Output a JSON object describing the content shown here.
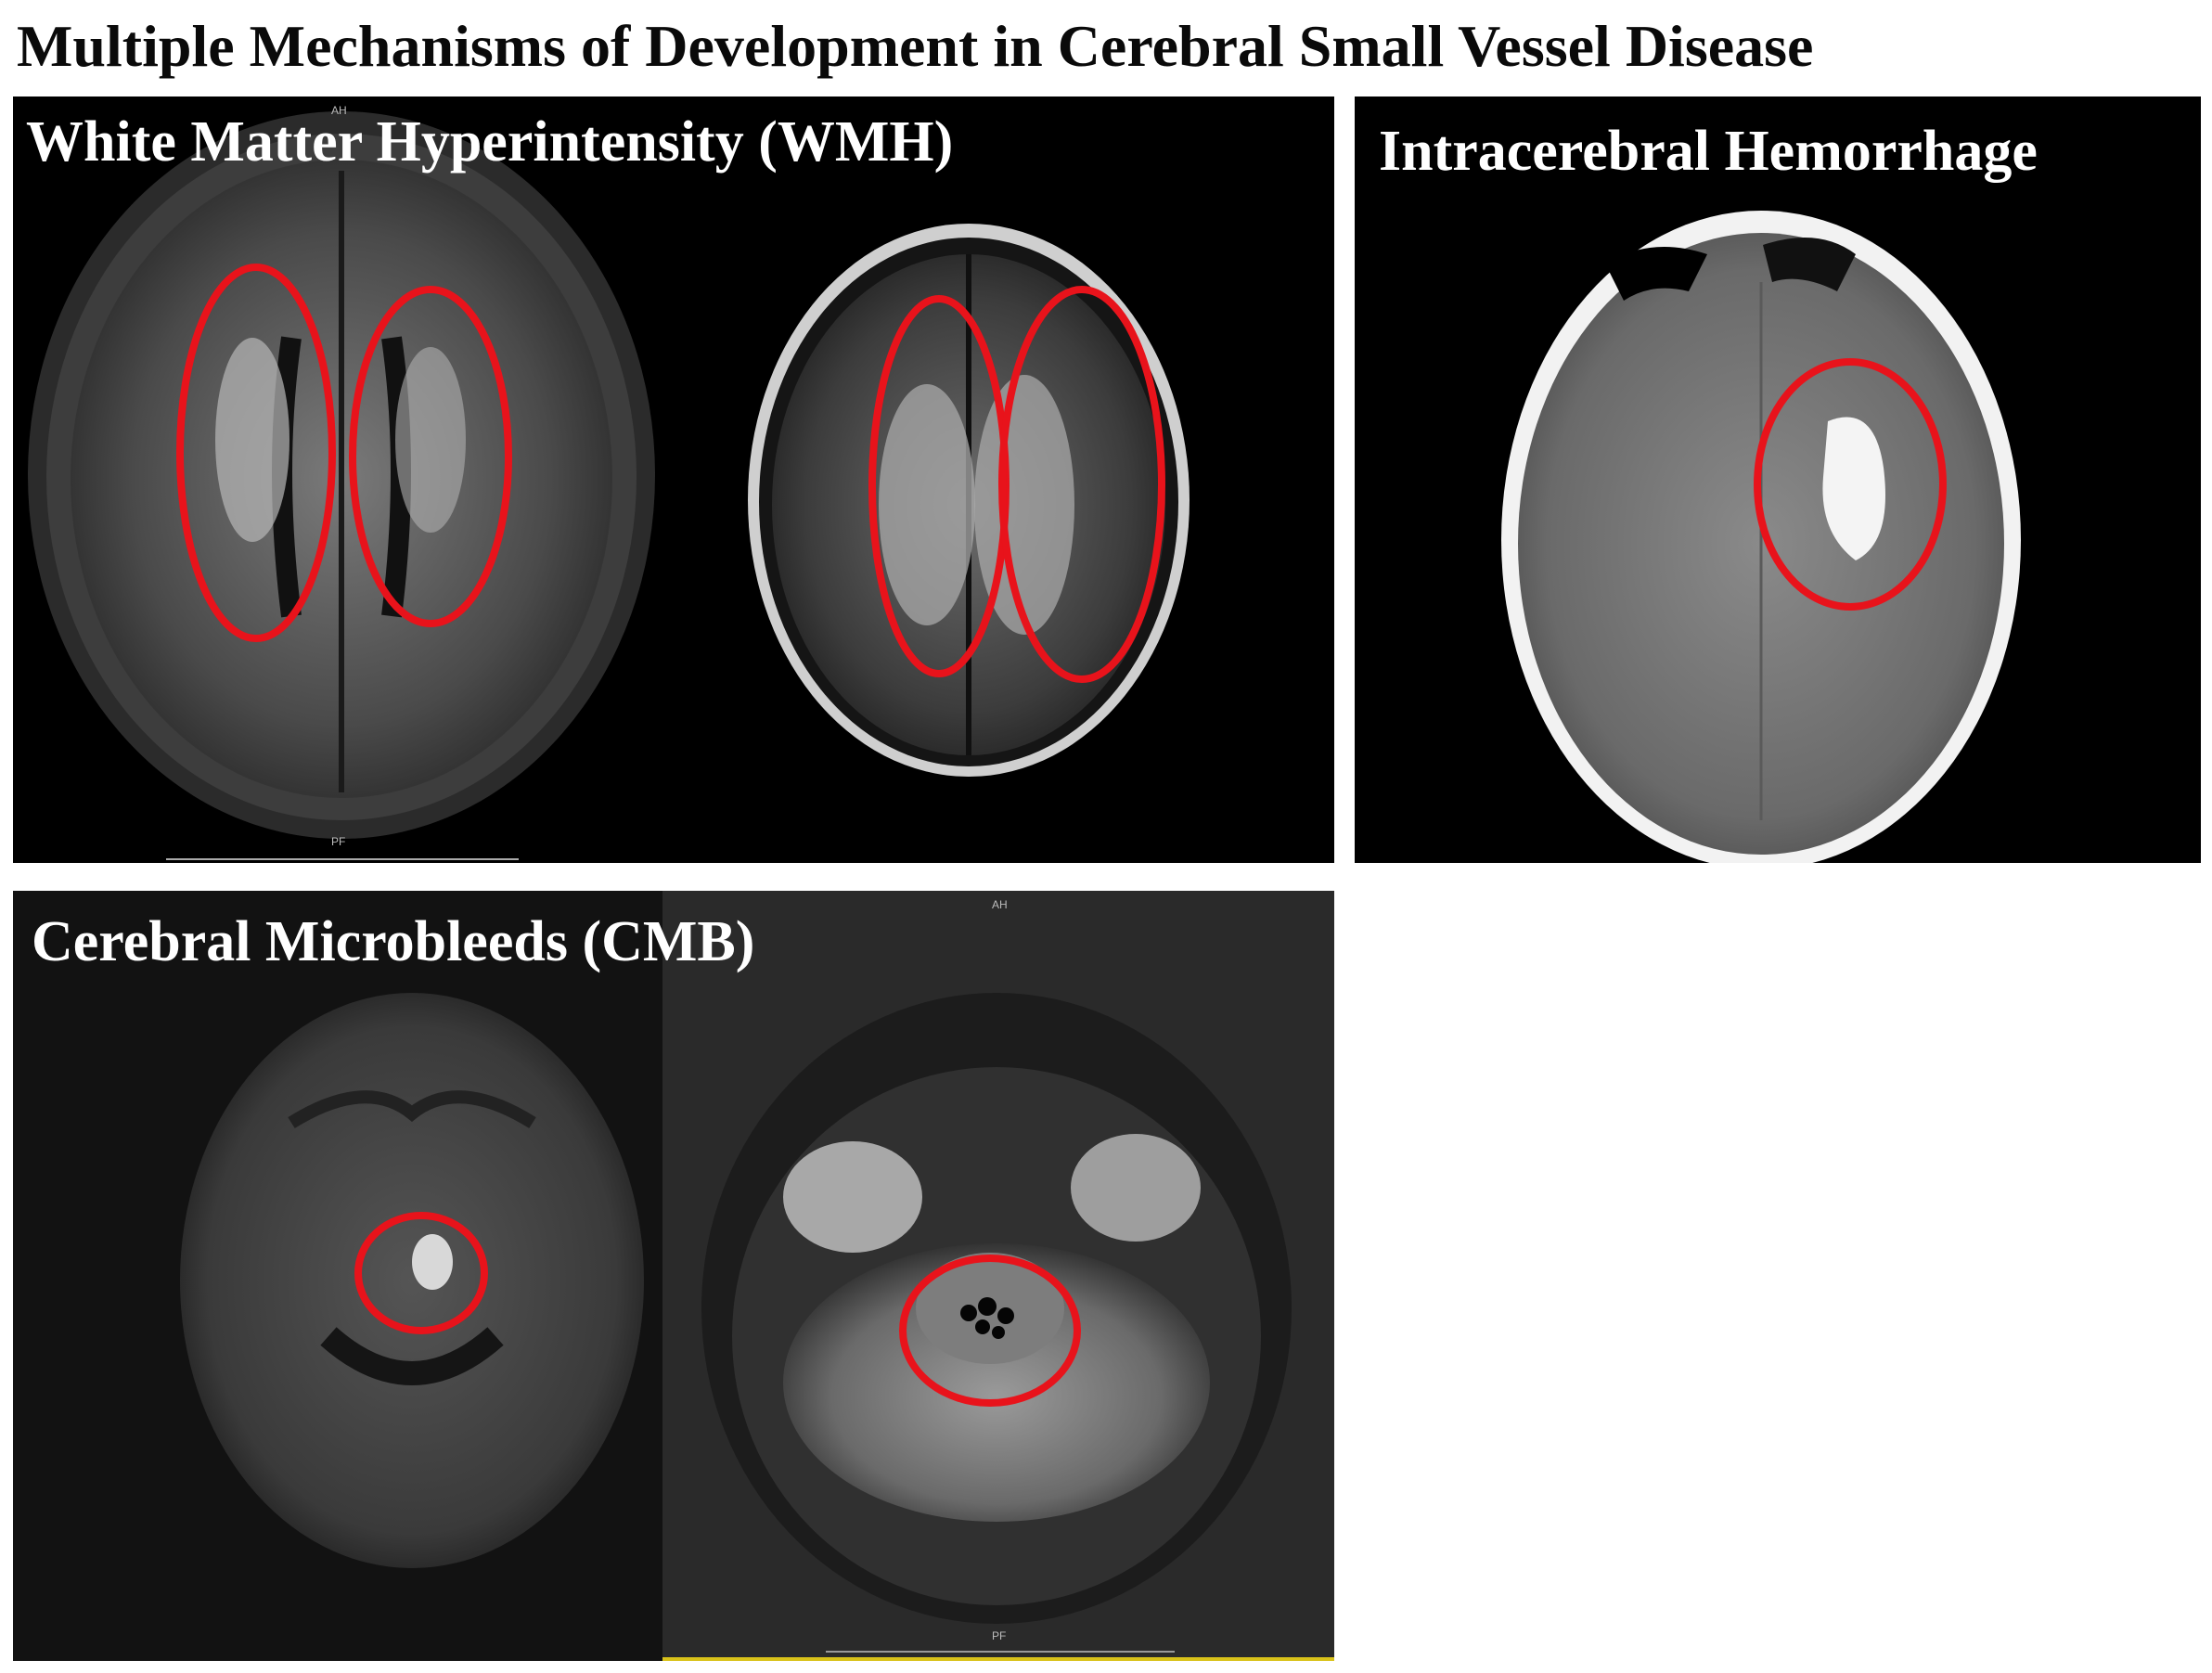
{
  "figure": {
    "title": "Multiple Mechanisms of Development in Cerebral Small Vessel Disease"
  },
  "panels": {
    "wmh": {
      "label": "White Matter Hyperintensity (WMH)",
      "marks": {
        "top": "AH",
        "bottom": "PF"
      }
    },
    "ich": {
      "label": "Intracerebral Hemorrhage"
    },
    "cmb": {
      "label": "Cerebral Microbleeds (CMB)",
      "marks": {
        "top": "AH",
        "bottom": "PF"
      }
    }
  },
  "colors": {
    "highlight_ellipse": "#e8131b",
    "panel_background": "#000000",
    "label_text": "#ffffff",
    "title_text": "#0a0a0a",
    "scan_rule": "#d9c21a"
  }
}
